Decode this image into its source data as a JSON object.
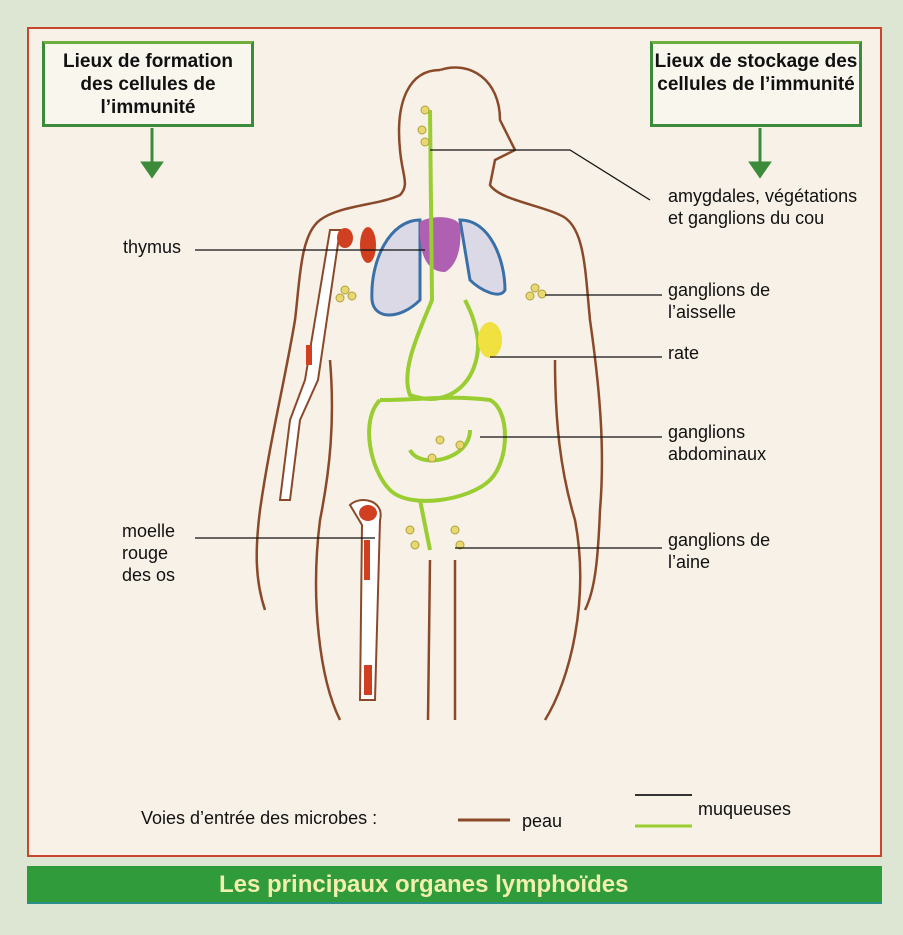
{
  "boxes": {
    "formation": "Lieux de formation des cellules de l’immunité",
    "stockage": "Lieux de stockage des cellules de l’immunité"
  },
  "labels": {
    "thymus": "thymus",
    "moelle": "moelle rouge des os",
    "amygdales": "amygdales, végétations et ganglions du cou",
    "aisselle": "ganglions de l’aisselle",
    "rate": "rate",
    "abdominaux": "ganglions abdominaux",
    "aine": "ganglions de l’aine"
  },
  "legend": {
    "intro": "Voies d’entrée des microbes :",
    "peau": "peau",
    "muqueuses": "muqueuses"
  },
  "colors": {
    "peau": "#8a4a2a",
    "muqueuses": "#9acd32",
    "border": "#c8472c",
    "title_bg": "#2f9b3a"
  },
  "title": "Les principaux organes lymphoïdes"
}
